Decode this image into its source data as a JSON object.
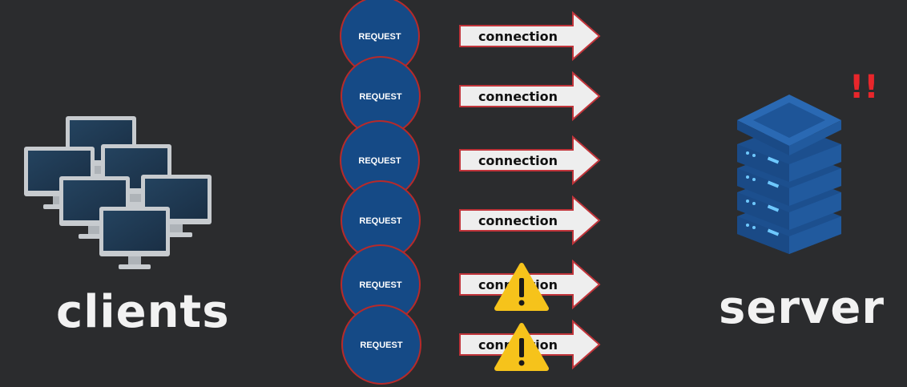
{
  "labels": {
    "clients": "clients",
    "server": "server",
    "alert": "!!"
  },
  "requests": [
    {
      "label": "REQUEST",
      "connection": "connection",
      "warning": false
    },
    {
      "label": "REQUEST",
      "connection": "connection",
      "warning": false
    },
    {
      "label": "REQUEST",
      "connection": "connection",
      "warning": false
    },
    {
      "label": "REQUEST",
      "connection": "connection",
      "warning": false
    },
    {
      "label": "REQUEST",
      "connection": "connection",
      "warning": true
    },
    {
      "label": "REQUEST",
      "connection": "connection",
      "warning": true
    }
  ],
  "colors": {
    "background": "#2b2c2e",
    "request_fill": "#154a86",
    "request_stroke": "#b72a2a",
    "arrow_fill": "#eeeeee",
    "arrow_stroke": "#c0343a",
    "server_body": "#1f5aa0",
    "server_light": "#6ec8ff",
    "warning": "#f6c31b",
    "alert": "#e8262b"
  },
  "icons": {
    "clients": "computer-monitors-icon",
    "server": "server-stack-icon",
    "warning": "warning-triangle-icon"
  }
}
